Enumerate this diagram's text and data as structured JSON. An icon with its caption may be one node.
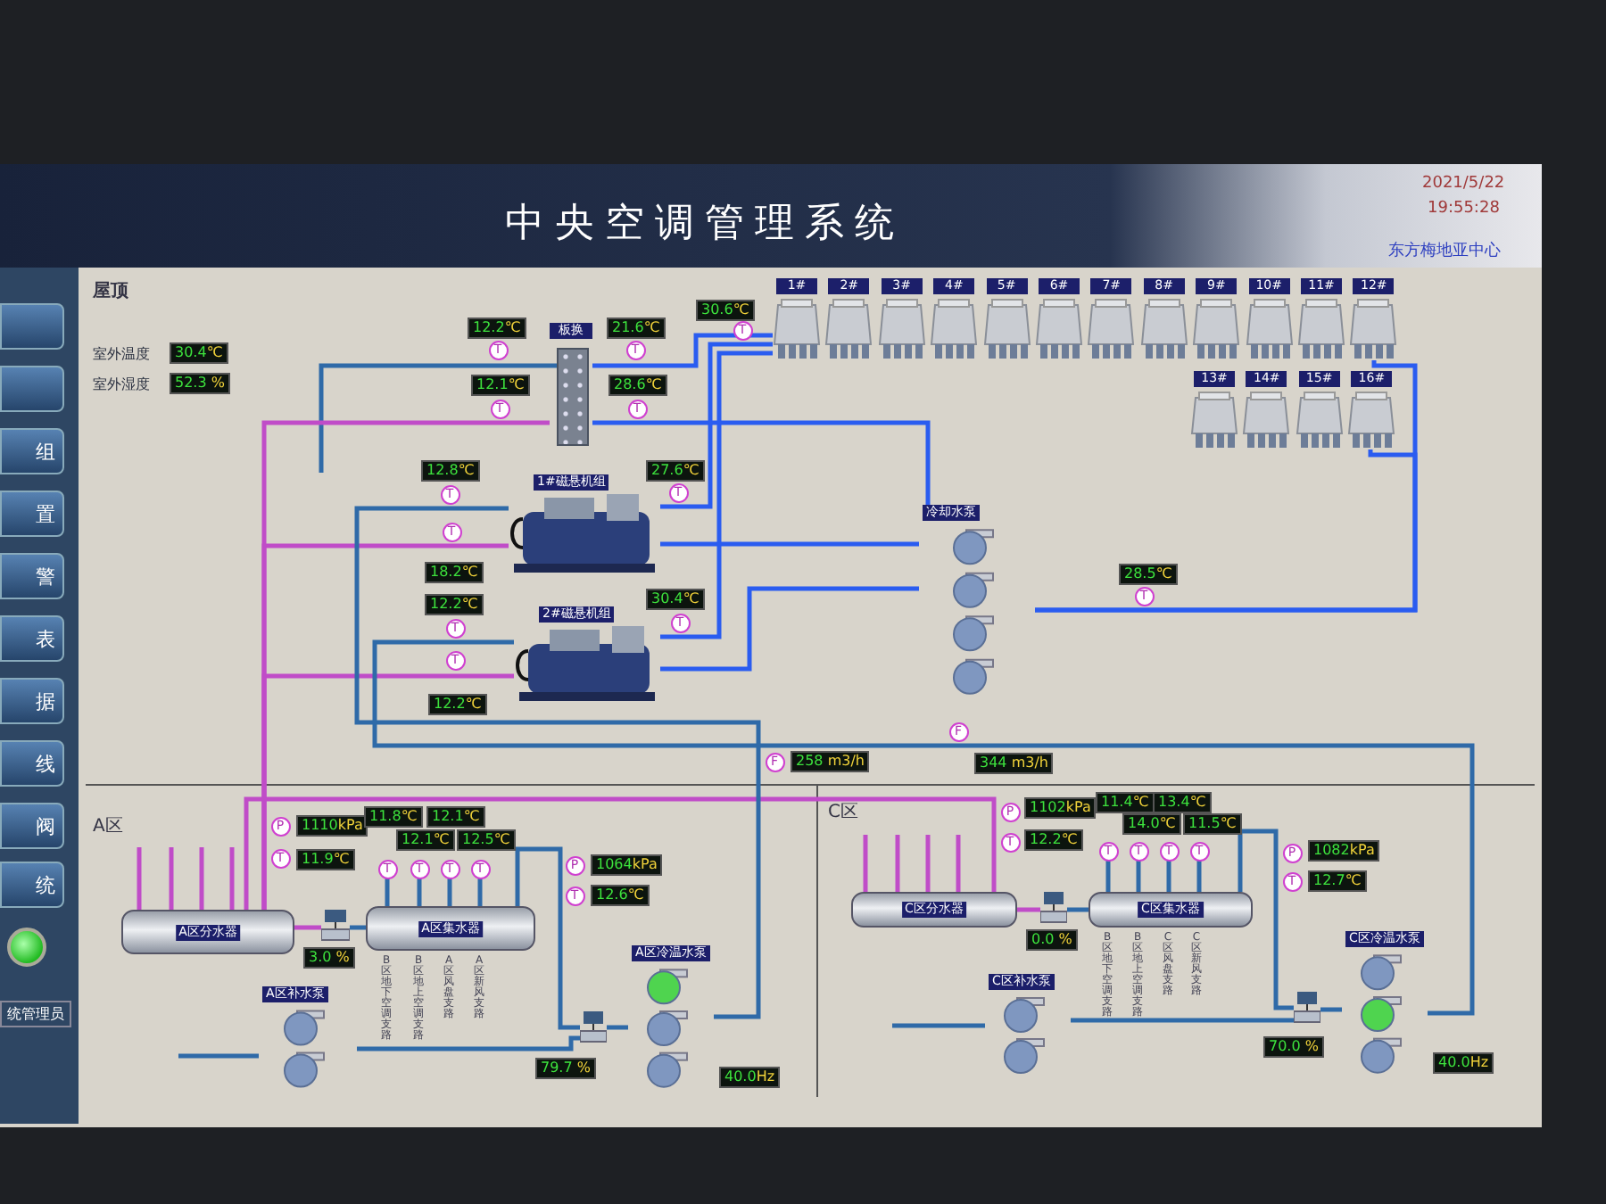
{
  "diagram": {
    "title": "中央空调管理系统",
    "nodes": [
      {
        "text": [
          "板换"
        ]
      },
      {
        "text": [
          "1#磁悬机组"
        ]
      },
      {
        "text": [
          "2#磁悬机组"
        ]
      },
      {
        "text": [
          "1#"
        ]
      },
      {
        "text": [
          "2#"
        ]
      },
      {
        "text": [
          "3#"
        ]
      },
      {
        "text": [
          "4#"
        ]
      },
      {
        "text": [
          "5#"
        ]
      },
      {
        "text": [
          "6#"
        ]
      },
      {
        "text": [
          "7#"
        ]
      },
      {
        "text": [
          "8#"
        ]
      },
      {
        "text": [
          "9#"
        ]
      },
      {
        "text": [
          "10#"
        ]
      },
      {
        "text": [
          "11#"
        ]
      },
      {
        "text": [
          "12#"
        ]
      },
      {
        "text": [
          "13#"
        ]
      },
      {
        "text": [
          "14#"
        ]
      },
      {
        "text": [
          "15#"
        ]
      },
      {
        "text": [
          "16#"
        ]
      },
      {
        "text": [
          "冷却水泵"
        ]
      },
      {
        "text": [
          "A区分水器"
        ]
      },
      {
        "text": [
          "A区集水器"
        ]
      },
      {
        "text": [
          "A区补水泵"
        ]
      },
      {
        "text": [
          "A区冷温水泵"
        ],
        "beside": [
          "40.0Hz"
        ]
      },
      {
        "text": [
          "C区分水器"
        ]
      },
      {
        "text": [
          "C区集水器"
        ]
      },
      {
        "text": [
          "C区补水泵"
        ]
      },
      {
        "text": [
          "C区冷温水泵"
        ],
        "beside": [
          "40.0Hz"
        ]
      },
      {
        "text": [],
        "shape": "valve",
        "beside": [
          "3.0 %"
        ]
      },
      {
        "text": [],
        "shape": "valve",
        "beside": [
          "79.7 %"
        ]
      },
      {
        "text": [],
        "shape": "valve",
        "beside": [
          "0.0 %"
        ]
      },
      {
        "text": [],
        "shape": "valve",
        "beside": [
          "70.0 %"
        ]
      },
      {
        "text": [
          "T"
        ],
        "beside": [
          "12.2℃"
        ]
      },
      {
        "text": [
          "T"
        ],
        "beside": [
          "21.6℃"
        ]
      },
      {
        "text": [
          "T"
        ],
        "beside": [
          "30.6℃"
        ]
      },
      {
        "text": [
          "T"
        ],
        "beside": [
          "12.1℃"
        ]
      },
      {
        "text": [
          "T"
        ],
        "beside": [
          "28.6℃"
        ]
      },
      {
        "text": [
          "T"
        ],
        "beside": [
          "12.8℃"
        ]
      },
      {
        "text": [
          "T"
        ],
        "beside": [
          "27.6℃"
        ]
      },
      {
        "text": [
          "T"
        ],
        "beside": [
          "18.2℃"
        ]
      },
      {
        "text": [
          "T"
        ],
        "beside": [
          "12.2℃"
        ]
      },
      {
        "text": [
          "T"
        ],
        "beside": [
          "30.4℃"
        ]
      },
      {
        "text": [
          "T"
        ],
        "beside": [
          "12.2℃"
        ]
      },
      {
        "text": [
          "T"
        ],
        "beside": [
          "28.5℃"
        ]
      },
      {
        "text": [
          "F"
        ],
        "beside": [
          "258 m3/h"
        ]
      },
      {
        "text": [
          "F"
        ],
        "beside": [
          "344 m3/h"
        ]
      },
      {
        "text": [
          "P"
        ],
        "beside": [
          "1110kPa"
        ]
      },
      {
        "text": [
          "T"
        ],
        "beside": [
          "11.9℃"
        ]
      },
      {
        "text": [
          "T"
        ],
        "beside": [
          "11.8℃"
        ]
      },
      {
        "text": [
          "T"
        ],
        "beside": [
          "12.1℃"
        ]
      },
      {
        "text": [
          "T"
        ],
        "beside": [
          "12.1℃"
        ]
      },
      {
        "text": [
          "T"
        ],
        "beside": [
          "12.5℃"
        ]
      },
      {
        "text": [
          "P"
        ],
        "beside": [
          "1064kPa"
        ]
      },
      {
        "text": [
          "T"
        ],
        "beside": [
          "12.6℃"
        ]
      },
      {
        "text": [
          "P"
        ],
        "beside": [
          "1102kPa"
        ]
      },
      {
        "text": [
          "T"
        ],
        "beside": [
          "12.2℃"
        ]
      },
      {
        "text": [
          "T"
        ],
        "beside": [
          "11.4℃"
        ]
      },
      {
        "text": [
          "T"
        ],
        "beside": [
          "14.0℃"
        ]
      },
      {
        "text": [
          "T"
        ],
        "beside": [
          "13.4℃"
        ]
      },
      {
        "text": [
          "T"
        ],
        "beside": [
          "11.5℃"
        ]
      },
      {
        "text": [
          "P"
        ],
        "beside": [
          "1082kPa"
        ]
      },
      {
        "text": [
          "T"
        ],
        "beside": [
          "12.7℃"
        ]
      }
    ],
    "edges": [
      {
        "from": 14,
        "to": 19,
        "arrow": "none",
        "color": "#2a5cf0"
      },
      {
        "from": 18,
        "to": 19,
        "arrow": "none",
        "color": "#2a5cf0"
      },
      {
        "from": 19,
        "to": 1,
        "arrow": "none",
        "color": "#2a5cf0"
      },
      {
        "from": 19,
        "to": 2,
        "arrow": "none",
        "color": "#2a5cf0"
      },
      {
        "from": 1,
        "to": 3,
        "arrow": "none",
        "color": "#2a5cf0"
      },
      {
        "from": 2,
        "to": 3,
        "arrow": "none",
        "color": "#2a5cf0"
      },
      {
        "from": 0,
        "to": 3,
        "arrow": "none",
        "color": "#2a5cf0"
      },
      {
        "from": 0,
        "to": 20,
        "arrow": "none",
        "color": "#c04cc8"
      },
      {
        "from": 1,
        "to": 20,
        "arrow": "none",
        "color": "#c04cc8"
      },
      {
        "from": 2,
        "to": 20,
        "arrow": "none",
        "color": "#c04cc8"
      },
      {
        "from": 20,
        "to": 24,
        "arrow": "none",
        "color": "#c04cc8"
      },
      {
        "from": 20,
        "to": 28,
        "arrow": "none",
        "color": "#c04cc8"
      },
      {
        "from": 28,
        "to": 21,
        "arrow": "none"
      },
      {
        "from": 21,
        "to": 29,
        "arrow": "none"
      },
      {
        "from": 29,
        "to": 23,
        "arrow": "none"
      },
      {
        "from": 22,
        "to": 29,
        "arrow": "none"
      },
      {
        "from": 23,
        "to": 1,
        "arrow": "none"
      },
      {
        "from": 24,
        "to": 30,
        "arrow": "none",
        "color": "#c04cc8"
      },
      {
        "from": 30,
        "to": 25,
        "arrow": "none"
      },
      {
        "from": 25,
        "to": 31,
        "arrow": "none"
      },
      {
        "from": 31,
        "to": 27,
        "arrow": "none"
      },
      {
        "from": 26,
        "to": 31,
        "arrow": "none"
      },
      {
        "from": 27,
        "to": 2,
        "arrow": "none"
      },
      {
        "from": 0,
        "to": 19,
        "arrow": "none",
        "color": "#2a5cf0"
      },
      {
        "from": 20,
        "to": null,
        "arrow": "none",
        "color": "#c04cc8"
      },
      {
        "from": 20,
        "to": null,
        "arrow": "none",
        "color": "#c04cc8"
      },
      {
        "from": 20,
        "to": null,
        "arrow": "none",
        "color": "#c04cc8"
      },
      {
        "from": 20,
        "to": null,
        "arrow": "none",
        "color": "#c04cc8"
      },
      {
        "from": 21,
        "to": 48,
        "arrow": "none"
      },
      {
        "from": 21,
        "to": 49,
        "arrow": "none"
      },
      {
        "from": 21,
        "to": 50,
        "arrow": "none"
      },
      {
        "from": 21,
        "to": 51,
        "arrow": "none"
      },
      {
        "from": 24,
        "to": null,
        "arrow": "none",
        "color": "#c04cc8"
      },
      {
        "from": 24,
        "to": null,
        "arrow": "none",
        "color": "#c04cc8"
      },
      {
        "from": 24,
        "to": null,
        "arrow": "none",
        "color": "#c04cc8"
      },
      {
        "from": 24,
        "to": null,
        "arrow": "none",
        "color": "#c04cc8"
      },
      {
        "from": 25,
        "to": 56,
        "arrow": "none"
      },
      {
        "from": 25,
        "to": 57,
        "arrow": "none"
      },
      {
        "from": 25,
        "to": 58,
        "arrow": "none"
      },
      {
        "from": 25,
        "to": 59,
        "arrow": "none"
      }
    ],
    "labels": [
      "2021/5/22",
      "19:55:28",
      "东方梅地亚中心",
      "屋顶",
      "室外温度",
      "30.4℃",
      "室外湿度",
      "52.3 %",
      "组",
      "置",
      "警",
      "表",
      "据",
      "线",
      "阀",
      "统",
      "统管理员",
      "A区",
      "B区地下空调支路",
      "B区地上空调支路",
      "A区风盘支路",
      "A区新风支路",
      "C区",
      "B区地下空调支路",
      "B区地上空调支路",
      "C区风盘支路",
      "C区新风支路"
    ]
  }
}
